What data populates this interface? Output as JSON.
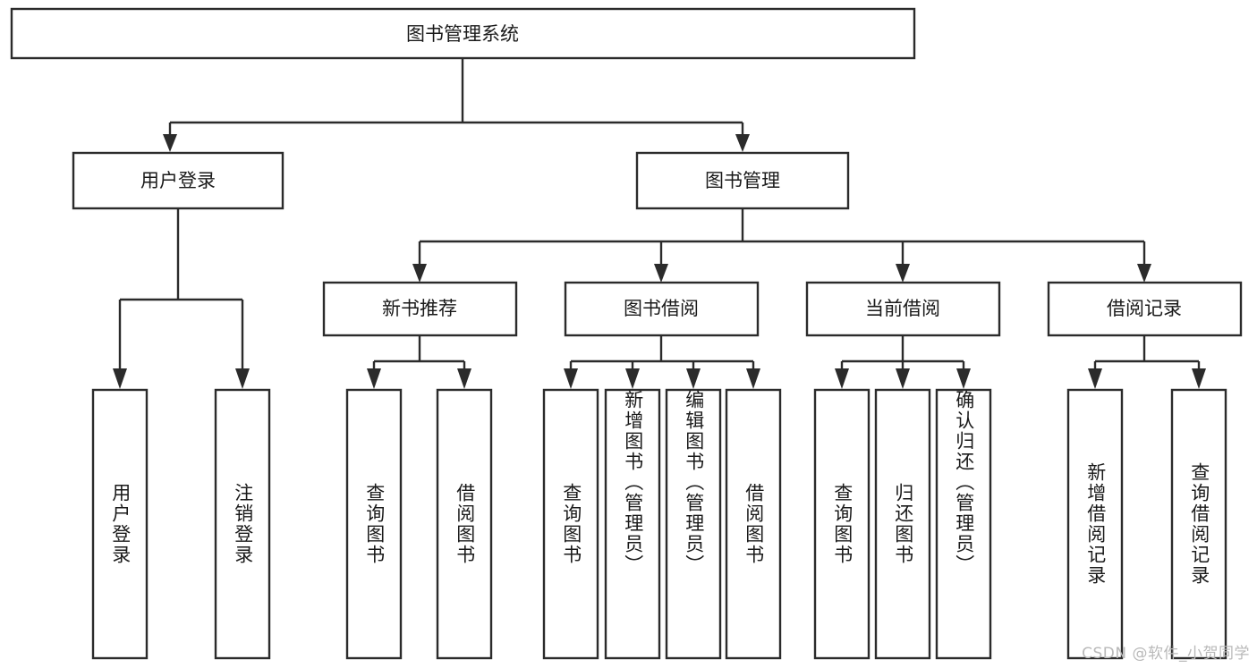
{
  "diagram": {
    "title": "图书管理系统",
    "type": "hierarchy-tree",
    "watermark": "CSDN @软件_小贺同学",
    "colors": {
      "box_stroke": "#2b2b2b",
      "box_fill": "#ffffff",
      "text": "#1a1a1a",
      "background": "#ffffff",
      "watermark": "#b9b9b9"
    },
    "root": {
      "label": "图书管理系统",
      "level": 1
    },
    "level2": [
      {
        "label": "用户登录"
      },
      {
        "label": "图书管理"
      }
    ],
    "level3": [
      {
        "label": "新书推荐"
      },
      {
        "label": "图书借阅"
      },
      {
        "label": "当前借阅"
      },
      {
        "label": "借阅记录"
      }
    ],
    "leaves": {
      "user_login": [
        {
          "label": "用户登录"
        },
        {
          "label": "注销登录"
        }
      ],
      "new_book": [
        {
          "label": "查询图书"
        },
        {
          "label": "借阅图书"
        }
      ],
      "book_borrow": [
        {
          "label": "查询图书"
        },
        {
          "label": "新增图书（管理员）"
        },
        {
          "label": "编辑图书（管理员）"
        },
        {
          "label": "借阅图书"
        }
      ],
      "current_borrow": [
        {
          "label": "查询图书"
        },
        {
          "label": "归还图书"
        },
        {
          "label": "确认归还（管理员）"
        }
      ],
      "borrow_record": [
        {
          "label": "新增借阅记录"
        },
        {
          "label": "查询借阅记录"
        }
      ]
    }
  }
}
